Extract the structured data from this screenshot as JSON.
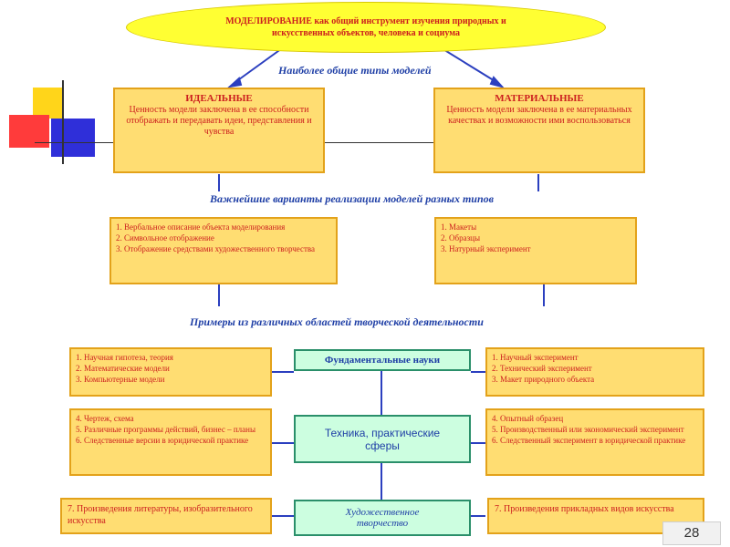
{
  "top_title": {
    "line1": "МОДЕЛИРОВАНИЕ как общий инструмент изучения природных и",
    "line2": "искусственных объектов, человека и социума"
  },
  "heading_types": "Наиболее общие типы моделей",
  "ideal": {
    "title": "ИДЕАЛЬНЫЕ",
    "desc": "Ценность модели заключена в ее способности отображать и передавать идеи, представления и чувства"
  },
  "material": {
    "title": "МАТЕРИАЛЬНЫЕ",
    "desc": "Ценность модели заключена в ее материальных качествах и возможности ими воспользоваться"
  },
  "heading_variants": "Важнейшие варианты реализации моделей разных типов",
  "ideal_variants": [
    "1. Вербальное описание объекта моделирования",
    "2. Символьное отображение",
    "3. Отображение средствами художественного творчества"
  ],
  "material_variants": [
    "1. Макеты",
    "2. Образцы",
    "3. Натурный эксперимент"
  ],
  "heading_examples": "Примеры из различных областей творческой деятельности",
  "center": {
    "fundamental": "Фундаментальные науки",
    "tech": "Техника, практические сферы",
    "art": "Художественное творчество"
  },
  "left_fundamental": [
    "1. Научная гипотеза, теория",
    "2. Математические модели",
    "3. Компьютерные модели"
  ],
  "right_fundamental": [
    "1. Научный эксперимент",
    "2. Технический эксперимент",
    "3. Макет природного объекта"
  ],
  "left_tech": [
    "4. Чертеж, схема",
    "5. Различные программы действий, бизнес – планы",
    "6. Следственные версии в юридической практике"
  ],
  "right_tech": [
    "4. Опытный образец",
    "5. Производственный или экономический эксперимент",
    "6. Следственный эксперимент в юридической практике"
  ],
  "left_art": "7. Произведения литературы, изобразительного искусства",
  "right_art": "7. Произведения прикладных видов искусства",
  "page_number": "28",
  "colors": {
    "accent_blue": "#1f3fa6",
    "box_fill": "#ffdd72",
    "box_border": "#e3a21a",
    "text_red": "#cc1f1f",
    "center_fill": "#ccfee0",
    "oval_fill": "#ffff33"
  }
}
